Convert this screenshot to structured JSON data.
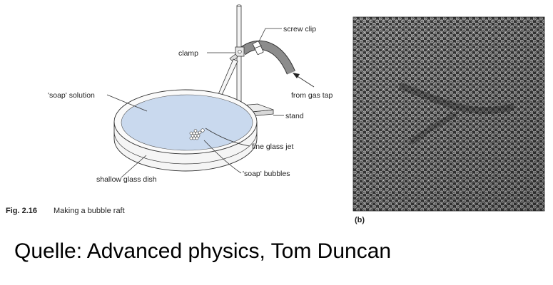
{
  "diagram": {
    "labels": {
      "screw_clip": "screw clip",
      "clamp": "clamp",
      "from_gas_tap": "from gas tap",
      "soap_solution": "'soap' solution",
      "stand": "stand",
      "fine_glass_jet": "fine glass jet",
      "soap_bubbles": "'soap' bubbles",
      "shallow_glass_dish": "shallow glass dish"
    },
    "caption": {
      "number": "Fig. 2.16",
      "text": "Making a bubble raft"
    }
  },
  "photo": {
    "panel_label": "(b)"
  },
  "source_text": "Quelle: Advanced physics, Tom Duncan",
  "colors": {
    "solution_blue": "#c9d9ee",
    "tube_gray": "#8c8c8c",
    "photo_dark": "#3b3b3b"
  }
}
